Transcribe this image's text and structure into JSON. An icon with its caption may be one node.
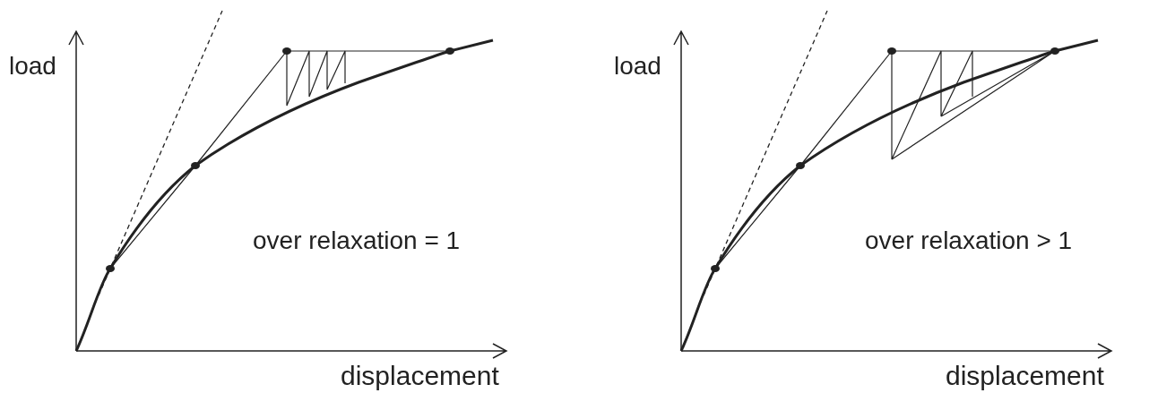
{
  "diagram": {
    "labels": [
      "load",
      "over relaxation = 1",
      "displacement",
      "load",
      "over relaxation > 1",
      "displacement"
    ]
  }
}
